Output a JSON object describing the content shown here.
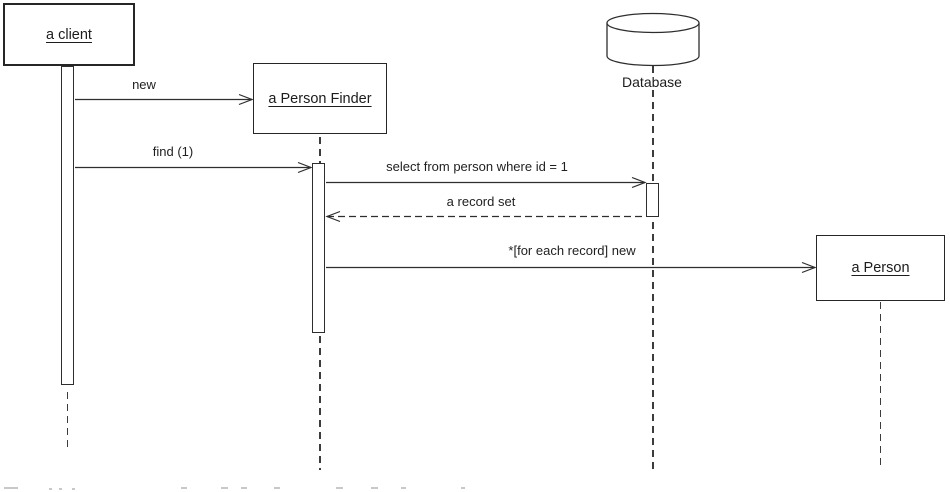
{
  "diagram_type": "uml-sequence-diagram",
  "objects": {
    "client": {
      "label": "a client"
    },
    "person_finder": {
      "label": "a Person Finder"
    },
    "database": {
      "label": "Database"
    },
    "person": {
      "label": "a Person"
    }
  },
  "messages": {
    "new_msg": {
      "label": "new",
      "style": "solid",
      "from": "a client",
      "to": "a Person Finder"
    },
    "find": {
      "label": "find (1)",
      "style": "solid",
      "from": "a client",
      "to": "a Person Finder"
    },
    "select": {
      "label": "select from person where id = 1",
      "style": "solid",
      "from": "a Person Finder",
      "to": "Database"
    },
    "record_set": {
      "label": "a record set",
      "style": "dashed-return",
      "from": "Database",
      "to": "a Person Finder"
    },
    "for_each": {
      "label": "*[for each record] new",
      "style": "solid",
      "from": "a Person Finder",
      "to": "a Person"
    }
  },
  "colors": {
    "line": "#2e2e2e",
    "text": "#1c1c1c",
    "background": "#ffffff"
  }
}
